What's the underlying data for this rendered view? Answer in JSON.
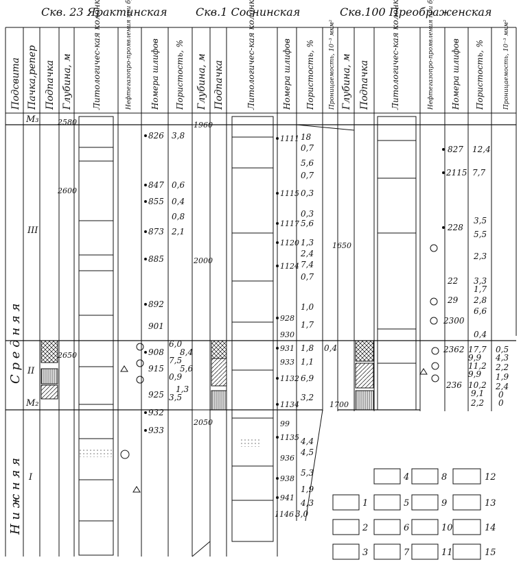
{
  "titles": {
    "well23": "Скв. 23 Яpактинская",
    "well1": "Скв.1 Соснинская",
    "well100": "Скв.100 Преображенская"
  },
  "headers": {
    "podsvita": "Подсвита",
    "pachka": "Пачка,репер",
    "podpachka": "Подпачка",
    "glubina": "Глубина, м",
    "litcol": "Литологичес-кая колонка",
    "neftegaz": "Нефтегазопро-проявления при бурении",
    "nomer": "Номера шлифов",
    "poristost": "Пористость, %",
    "pronic": "Проницаемость, 10⁻³ мкм²"
  },
  "podsvita": {
    "srednyaya": "С р е д н я я",
    "nizhnyaya": "Н и ж н я я"
  },
  "pachki": {
    "III": "III",
    "II": "II",
    "I": "I",
    "M3": "M₃",
    "M2": "M₂"
  },
  "well23": {
    "depths": [
      "2580",
      "2600",
      "2650"
    ],
    "samples": [
      "826",
      "847",
      "855",
      "873",
      "885",
      "892",
      "901",
      "908",
      "915",
      "925",
      "932",
      "933"
    ],
    "porosity": [
      "3,8",
      "0,6",
      "0,4",
      "0,8",
      "2,1",
      "6,0",
      "8,4",
      "7,5",
      "5,6",
      "0,9",
      "1,3",
      "3,5"
    ]
  },
  "well1": {
    "depths": [
      "1960",
      "2000",
      "2050"
    ],
    "samples": [
      "1111",
      "1115",
      "1117",
      "1120",
      "1124",
      "928",
      "930",
      "931",
      "933",
      "1132",
      "1134",
      "99",
      "1135",
      "936",
      "938",
      "941",
      "1146"
    ],
    "porosity": [
      "18",
      "0,7",
      "5,6",
      "0,7",
      "0,3",
      "0,3",
      "5,6",
      "1,3",
      "2,4",
      "7,4",
      "0,7",
      "1,0",
      "1,7",
      "1,8",
      "1,1",
      "6,9",
      "3,2",
      "4,4",
      "4,5",
      "5,3",
      "1,9",
      "4,3",
      "3,0"
    ],
    "permeability": [
      "0,4"
    ]
  },
  "well100": {
    "depths": [
      "1650",
      "1700"
    ],
    "samples": [
      "827",
      "2115",
      "228",
      "22",
      "29",
      "2300",
      "2362",
      "236"
    ],
    "porosity": [
      "12,4",
      "7,7",
      "3,5",
      "5,5",
      "2,3",
      "3,3",
      "1,7",
      "2,8",
      "6,6",
      "0,4",
      "17,7",
      "9,9",
      "11,2",
      "9,9",
      "10,2",
      "9,1",
      "2,2"
    ],
    "permeability": [
      "0,5",
      "4,3",
      "2,2",
      "1,9",
      "2,4",
      "0",
      "0"
    ]
  },
  "legend": [
    "1",
    "2",
    "3",
    "4",
    "5",
    "6",
    "7",
    "8",
    "9",
    "10",
    "11",
    "12",
    "13",
    "14",
    "15"
  ]
}
